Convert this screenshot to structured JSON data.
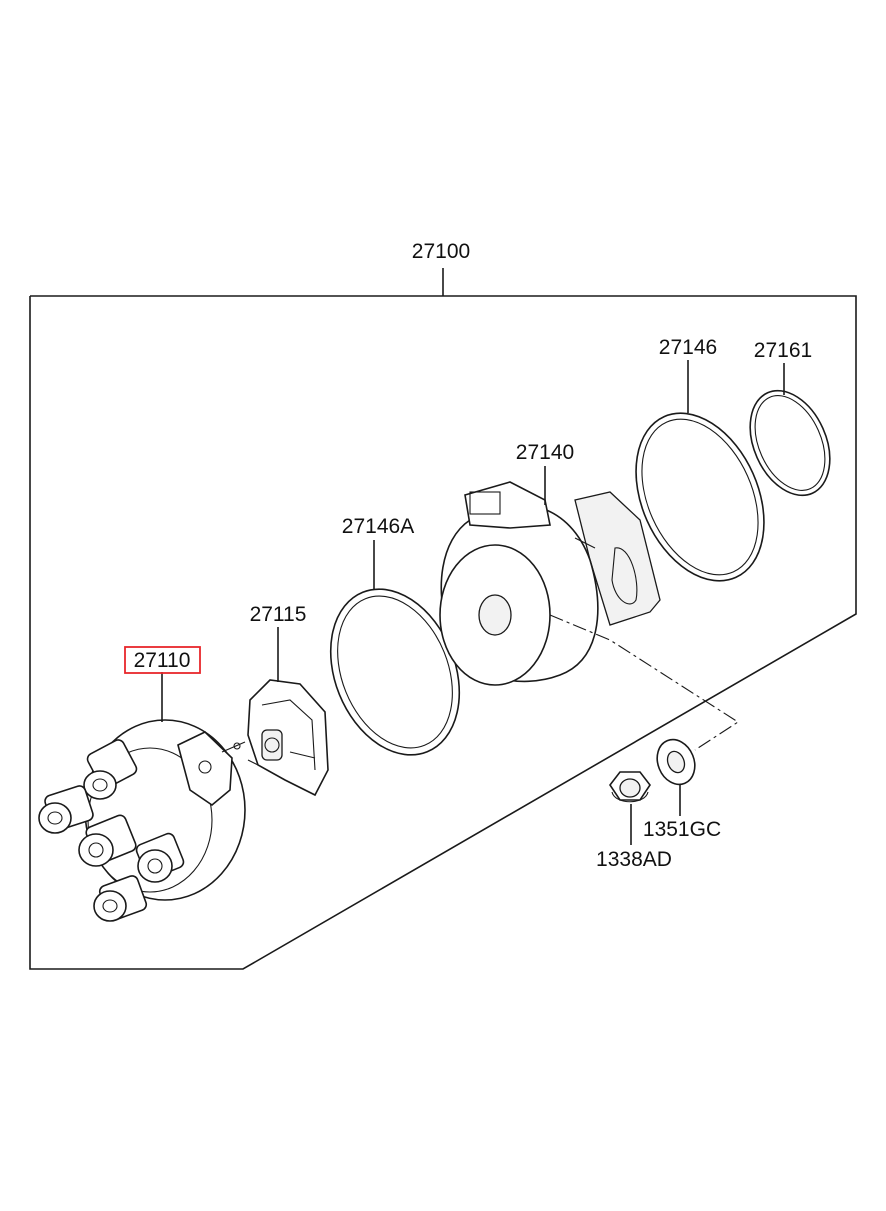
{
  "colors": {
    "highlight": "#e8262b",
    "ink": "#1a1a1a"
  },
  "parts": {
    "assembly": "27100",
    "cap": "27110",
    "rotor": "27115",
    "oring_a": "27146A",
    "housing": "27140",
    "oring": "27146",
    "seal": "27161",
    "nut": "1338AD",
    "washer": "1351GC"
  },
  "highlighted_part": "27110"
}
